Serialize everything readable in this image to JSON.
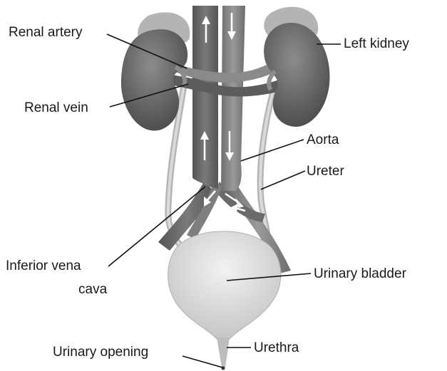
{
  "labels": {
    "renal_artery": "Renal artery",
    "left_kidney": "Left kidney",
    "renal_vein": "Renal vein",
    "aorta": "Aorta",
    "ureter": "Ureter",
    "inferior_vena_cava_line1": "Inferior vena",
    "inferior_vena_cava_line2": "cava",
    "urinary_bladder": "Urinary bladder",
    "urethra": "Urethra",
    "urinary_opening": "Urinary opening"
  },
  "colors": {
    "kidney": "#5f5f5f",
    "kidney_cap": "#a9a9a9",
    "vein": "#6e6e6e",
    "artery": "#8a8a8a",
    "ureter": "#c9c9c9",
    "bladder": "#dcdcdc",
    "arrow": "#ffffff"
  }
}
